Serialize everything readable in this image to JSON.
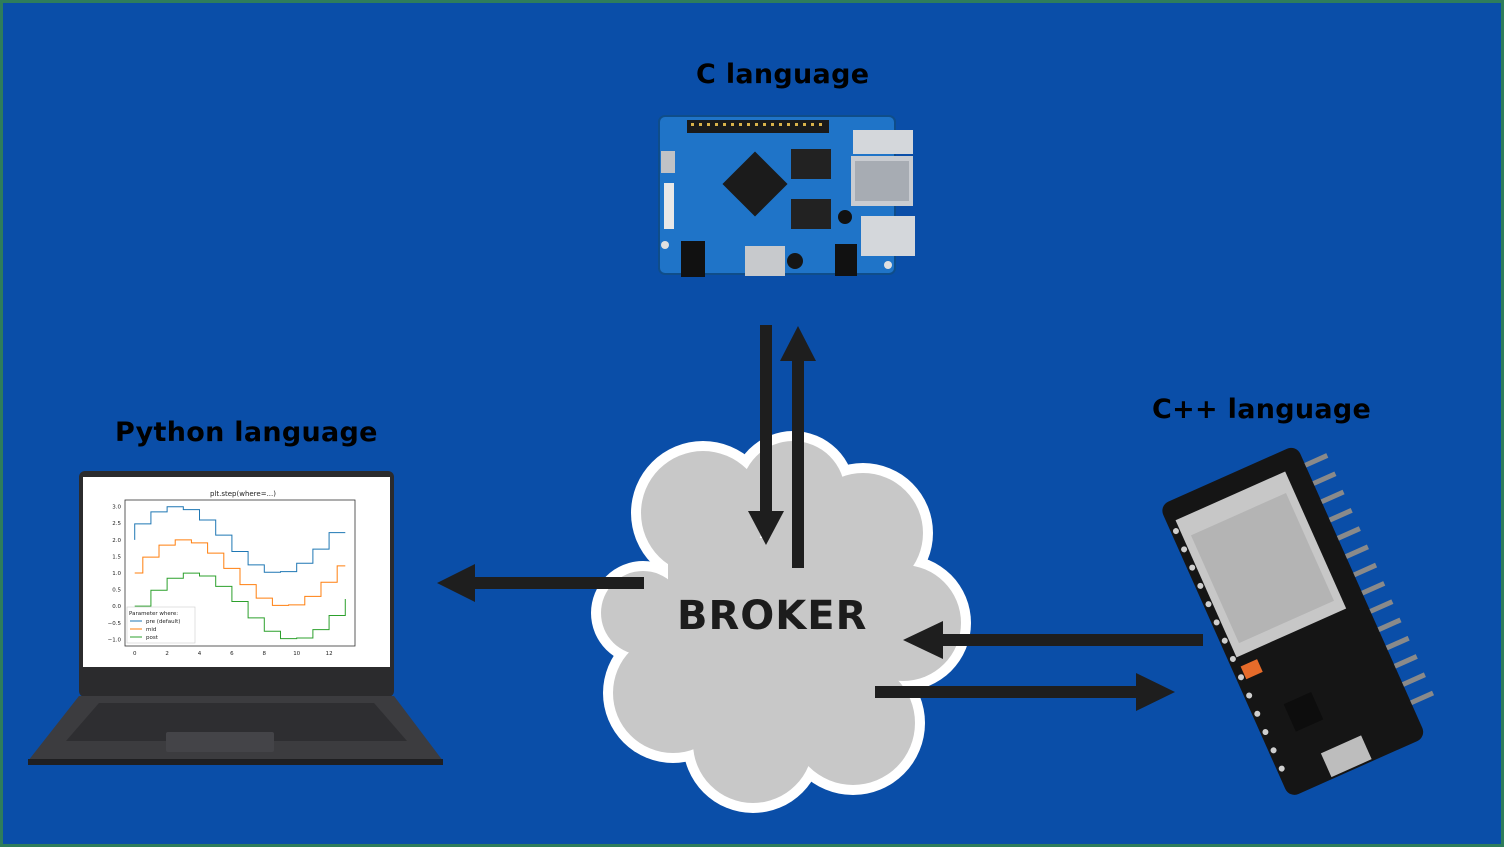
{
  "labels": {
    "c": "C language",
    "python": "Python language",
    "cpp": "C++ language",
    "broker": "BROKER"
  },
  "laptop_screen": {
    "title": "plt.step(where=...)",
    "y_ticks": [
      "3.0",
      "2.5",
      "2.0",
      "1.5",
      "1.0",
      "0.5",
      "0.0",
      "−0.5",
      "−1.0"
    ],
    "x_ticks": [
      "0",
      "2",
      "4",
      "6",
      "8",
      "10",
      "12"
    ],
    "legend_title": "Parameter where:",
    "legend": [
      "pre (default)",
      "mid",
      "post"
    ],
    "series_colors": [
      "#1f77b4",
      "#ff7f0e",
      "#2ca02c"
    ]
  },
  "colors": {
    "background": "#0a4ea8",
    "cloud": "#c8c8c8",
    "arrow": "#1e1e1e",
    "orange_pi_board": "#1f74c8",
    "esp32_board": "#151515"
  }
}
